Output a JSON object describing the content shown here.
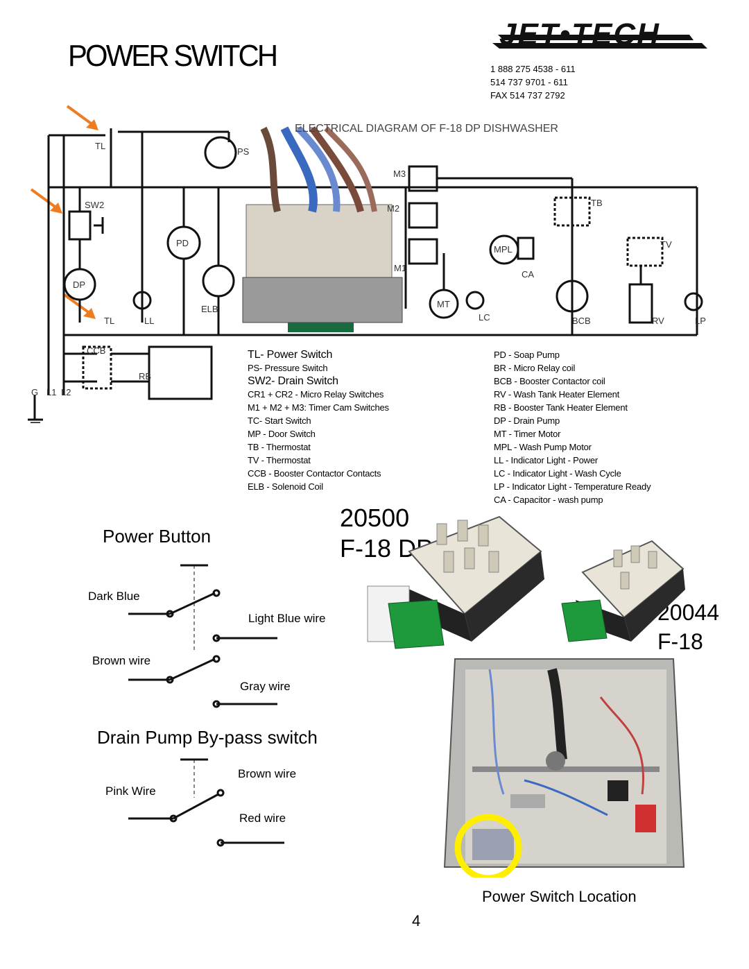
{
  "title": "POWER SWITCH",
  "brand": "JET•TECH",
  "contact": [
    "1 888 275 4538 - 611",
    "514 737 9701 - 611",
    "FAX 514 737 2792"
  ],
  "diagram": {
    "title": "ELECTRICAL DIAGRAM OF F-18 DP DISHWASHER",
    "labels": {
      "tl_top": "TL",
      "sw2": "SW2",
      "dp": "DP",
      "tl_bot": "TL",
      "ll": "LL",
      "pd": "PD",
      "elb": "ELB",
      "ps": "PS",
      "m3": "M3",
      "m2": "M2",
      "m1": "M1",
      "mt": "MT",
      "lc": "LC",
      "mpl": "MPL",
      "ca": "CA",
      "tb": "TB",
      "tv": "TV",
      "bcb": "BCB",
      "rv": "RV",
      "lp": "LP",
      "ccb": "CCB",
      "rb": "RB",
      "g": "G",
      "l1": "L1",
      "l2": "L2"
    }
  },
  "legend_left": [
    {
      "text": "TL- Power Switch",
      "big": true
    },
    {
      "text": "PS- Pressure Switch",
      "big": false
    },
    {
      "text": "SW2- Drain Switch",
      "big": true
    },
    {
      "text": "CR1 + CR2 - Micro Relay Switches",
      "big": false
    },
    {
      "text": "M1 + M2 + M3: Timer Cam Switches",
      "big": false
    },
    {
      "text": "TC- Start Switch",
      "big": false
    },
    {
      "text": "MP - Door Switch",
      "big": false
    },
    {
      "text": "TB - Thermostat",
      "big": false
    },
    {
      "text": "TV - Thermostat",
      "big": false
    },
    {
      "text": "CCB - Booster Contactor Contacts",
      "big": false
    },
    {
      "text": "ELB - Solenoid Coil",
      "big": false
    }
  ],
  "legend_right": [
    "PD - Soap Pump",
    "BR - Micro Relay coil",
    "BCB - Booster Contactor coil",
    "RV - Wash Tank Heater Element",
    "RB - Booster Tank Heater Element",
    "DP - Drain Pump",
    "MT - Timer Motor",
    "MPL - Wash Pump Motor",
    "LL - Indicator Light - Power",
    "LC - Indicator Light - Wash Cycle",
    "LP - Indicator Light - Temperature Ready",
    "CA - Capacitor - wash pump"
  ],
  "model1": {
    "number": "20500",
    "name": "F-18 DP"
  },
  "model2": {
    "number": "20044",
    "name": "F-18"
  },
  "power_button": {
    "title": "Power Button",
    "dark_blue": "Dark Blue",
    "light_blue": "Light Blue wire",
    "brown": "Brown wire",
    "gray": "Gray wire"
  },
  "drain_pump": {
    "title": "Drain Pump By-pass switch",
    "brown": "Brown wire",
    "pink": "Pink Wire",
    "red": "Red wire"
  },
  "location_label": "Power Switch Location",
  "page_number": "4",
  "colors": {
    "arrow": "#f07c20",
    "circle": "#ffee00",
    "button_green": "#1e9a3c"
  }
}
